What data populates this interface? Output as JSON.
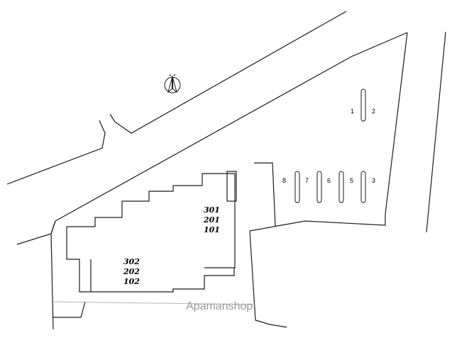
{
  "building": {
    "units_right": [
      "301",
      "201",
      "101"
    ],
    "units_left": [
      "302",
      "202",
      "102"
    ]
  },
  "parking": {
    "spaces": [
      "1",
      "2",
      "3",
      "5",
      "6",
      "7",
      "8"
    ]
  },
  "watermark": "Apamanshop",
  "north_icon": "north-arrow-icon"
}
